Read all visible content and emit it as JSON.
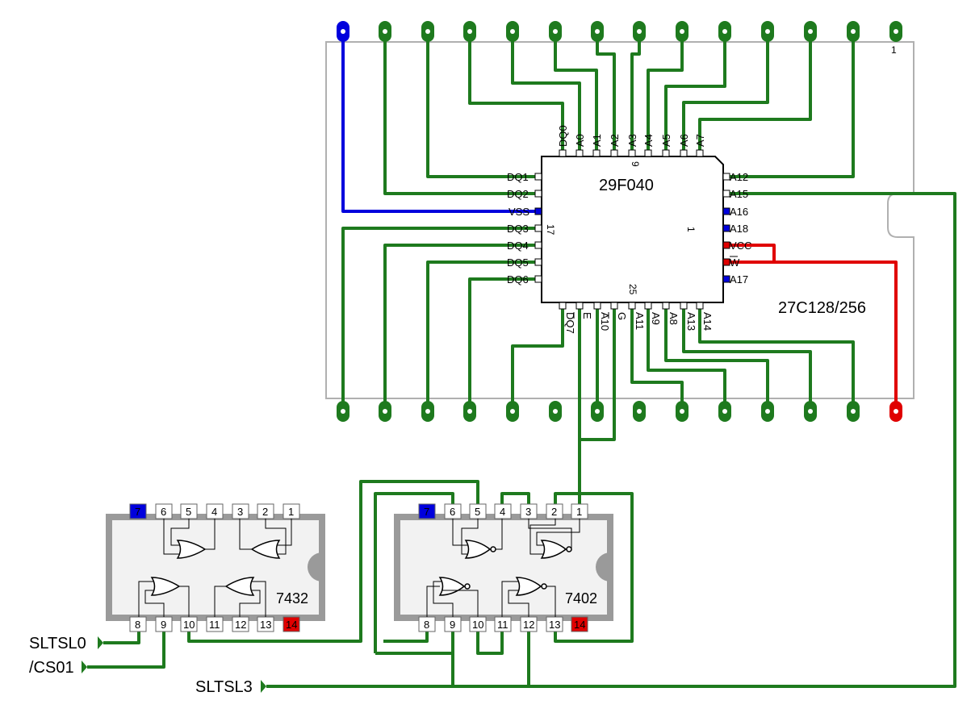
{
  "flash_chip": {
    "part": "29F040",
    "top_pins": [
      "DQ0",
      "A0",
      "A1",
      "A2",
      "A3",
      "A4",
      "A5",
      "A6",
      "A7"
    ],
    "left_pins": [
      "DQ1",
      "DQ2",
      "VSS",
      "DQ3",
      "DQ4",
      "DQ5",
      "DQ6"
    ],
    "right_pins": [
      "A12",
      "A15",
      "A16",
      "A18",
      "VCC",
      "W",
      "A17"
    ],
    "bottom_pins": [
      "DQ7",
      "E",
      "A10",
      "G",
      "A11",
      "A9",
      "A8",
      "A13",
      "A14"
    ],
    "pin_markers": [
      "9",
      "17",
      "1",
      "25"
    ]
  },
  "socket": {
    "part": "27C128/256",
    "pin1_marker": "1"
  },
  "ic_7432": {
    "part": "7432",
    "top_pins": [
      "7",
      "6",
      "5",
      "4",
      "3",
      "2",
      "1"
    ],
    "bottom_pins": [
      "8",
      "9",
      "10",
      "11",
      "12",
      "13",
      "14"
    ]
  },
  "ic_7402": {
    "part": "7402",
    "top_pins": [
      "7",
      "6",
      "5",
      "4",
      "3",
      "2",
      "1"
    ],
    "bottom_pins": [
      "8",
      "9",
      "10",
      "11",
      "12",
      "13",
      "14"
    ]
  },
  "signals": [
    "SLTSL0",
    "/CS01",
    "SLTSL3"
  ],
  "colors": {
    "signal": "#1e7a1e",
    "ground": "#0000dd",
    "power": "#e00000",
    "outline": "#b0b0b0",
    "ic_body": "#f2f2f2"
  }
}
